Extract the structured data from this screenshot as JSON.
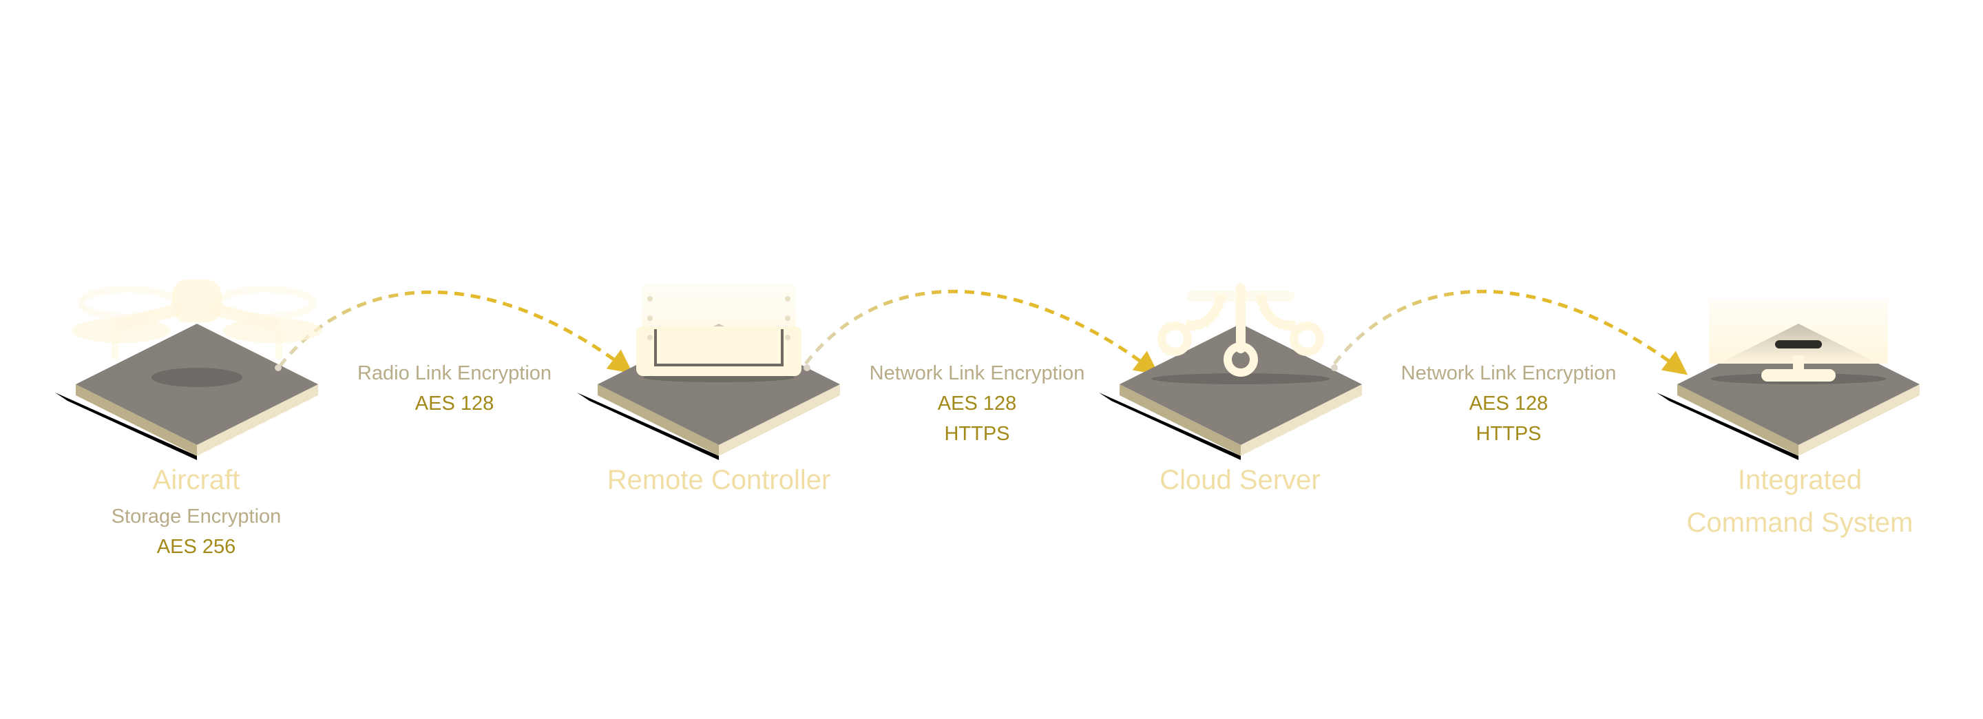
{
  "colors": {
    "title": "#f0dea4",
    "subtitle": "#b8ac88",
    "value": "#a38a18",
    "platform_top": "#85807a",
    "platform_front": "#bcb08a",
    "platform_side": "#ede3c8",
    "platform_shadow": "#000000",
    "device_fill": "#fff7de",
    "arrow_active": "#e2ba2c",
    "arrow_faded": "#ddd6b8"
  },
  "nodes": [
    {
      "id": "aircraft",
      "icon": "drone-icon",
      "title_lines": [
        "Aircraft"
      ],
      "subtitle": "Storage Encryption",
      "value": "AES 256"
    },
    {
      "id": "remote-controller",
      "icon": "remote-controller-icon",
      "title_lines": [
        "Remote Controller"
      ]
    },
    {
      "id": "cloud-server",
      "icon": "network-nodes-icon",
      "title_lines": [
        "Cloud Server"
      ]
    },
    {
      "id": "integrated-command-system",
      "icon": "monitor-icon",
      "title_lines": [
        "Integrated",
        "Command System"
      ]
    }
  ],
  "links": [
    {
      "from": "aircraft",
      "to": "remote-controller",
      "title": "Radio Link Encryption",
      "values": [
        "AES 128"
      ]
    },
    {
      "from": "remote-controller",
      "to": "cloud-server",
      "title": "Network Link Encryption",
      "values": [
        "AES 128",
        "HTTPS"
      ]
    },
    {
      "from": "cloud-server",
      "to": "integrated-command-system",
      "title": "Network Link Encryption",
      "values": [
        "AES 128",
        "HTTPS"
      ]
    }
  ]
}
